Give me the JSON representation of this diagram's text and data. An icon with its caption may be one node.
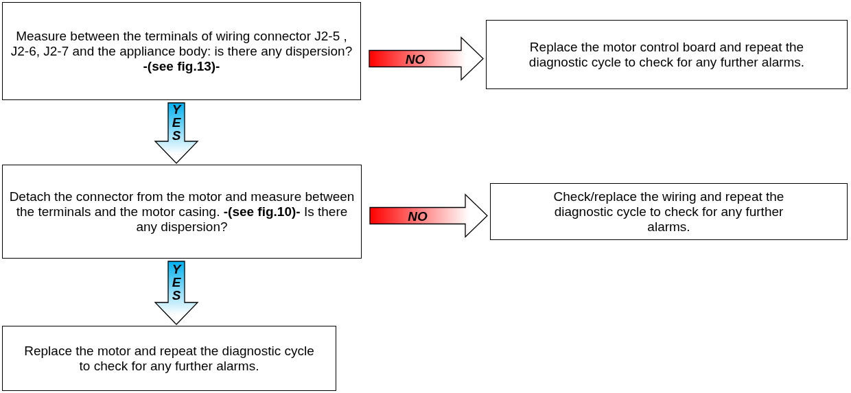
{
  "diagram": {
    "nodes": [
      {
        "text": [
          "Measure between the terminals of wiring connector J2-5 , J2-6, J2-7 and the appliance body: is there any dispersion?",
          "-(see fig.13)-"
        ]
      },
      {
        "text": [
          "Replace the motor control board and repeat the diagnostic cycle to check for any further alarms."
        ]
      },
      {
        "text": [
          "Detach the connector from the motor and measure between the terminals and the motor casing. **-(see fig.10)-** Is there any dispersion?"
        ]
      },
      {
        "text": [
          "Check/replace the wiring and repeat the diagnostic cycle to check for any further alarms."
        ]
      },
      {
        "text": [
          "Replace the motor and repeat the diagnostic cycle to check for any further alarms."
        ]
      }
    ],
    "edges": [
      {
        "from": 0,
        "to": 1,
        "arrow": "to",
        "label": "NO",
        "color": "#ff0000"
      },
      {
        "from": 0,
        "to": 2,
        "arrow": "to",
        "label": "YES",
        "color": "#00b0f0"
      },
      {
        "from": 2,
        "to": 3,
        "arrow": "to",
        "label": "NO",
        "color": "#ff0000"
      },
      {
        "from": 2,
        "to": 4,
        "arrow": "to",
        "label": "YES",
        "color": "#00b0f0"
      }
    ]
  }
}
